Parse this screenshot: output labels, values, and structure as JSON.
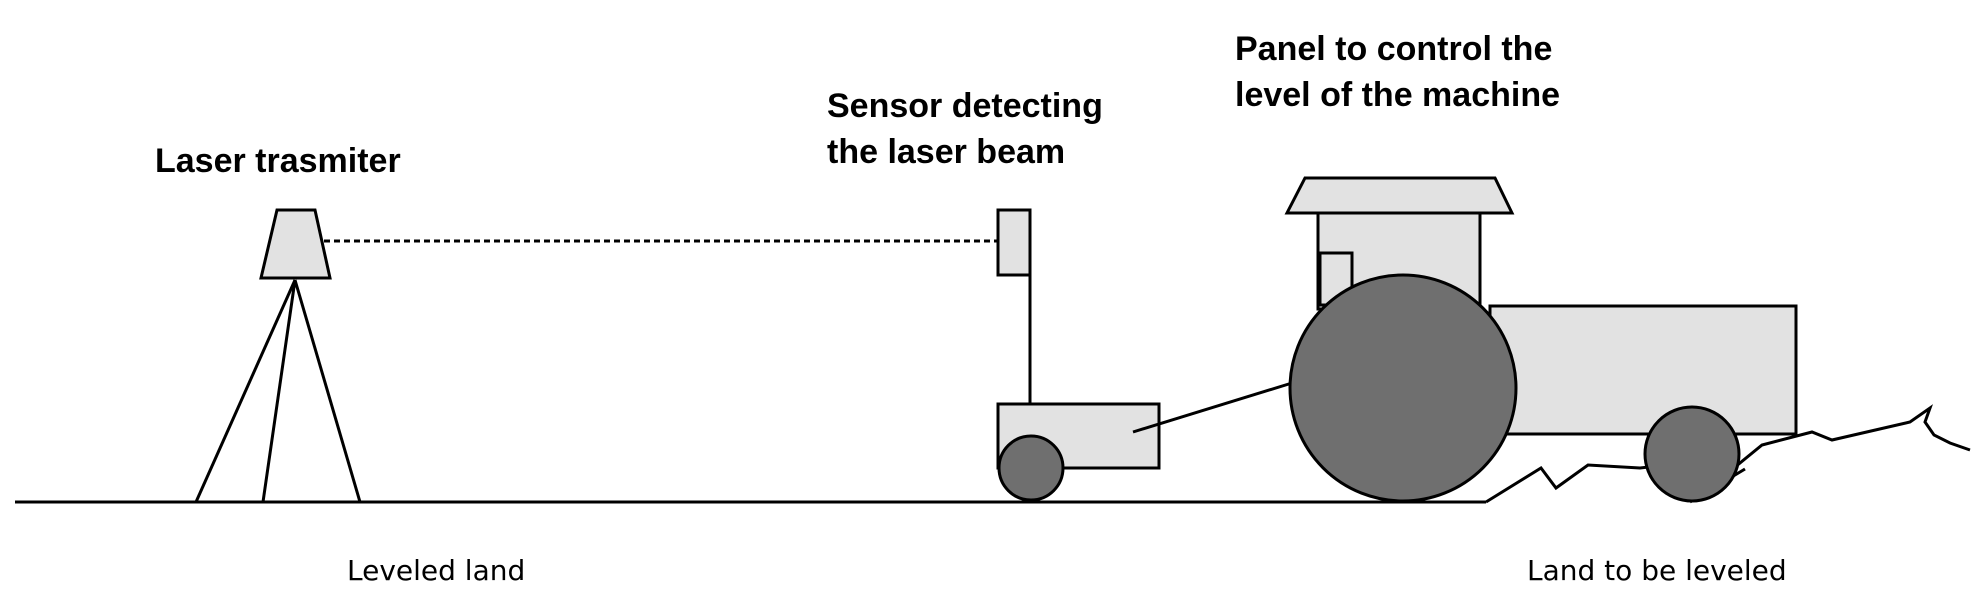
{
  "labels": {
    "laser_transmitter": "Laser trasmiter",
    "sensor_line1": "Sensor detecting",
    "sensor_line2": "the laser beam",
    "panel_line1": "Panel to control the",
    "panel_line2": "level of the machine",
    "leveled_land": "Leveled land",
    "land_to_be_leveled": "Land to be leveled"
  },
  "colors": {
    "fill_light": "#e2e2e2",
    "fill_dark": "#6f6f6f",
    "stroke": "#000000",
    "background": "#ffffff"
  }
}
